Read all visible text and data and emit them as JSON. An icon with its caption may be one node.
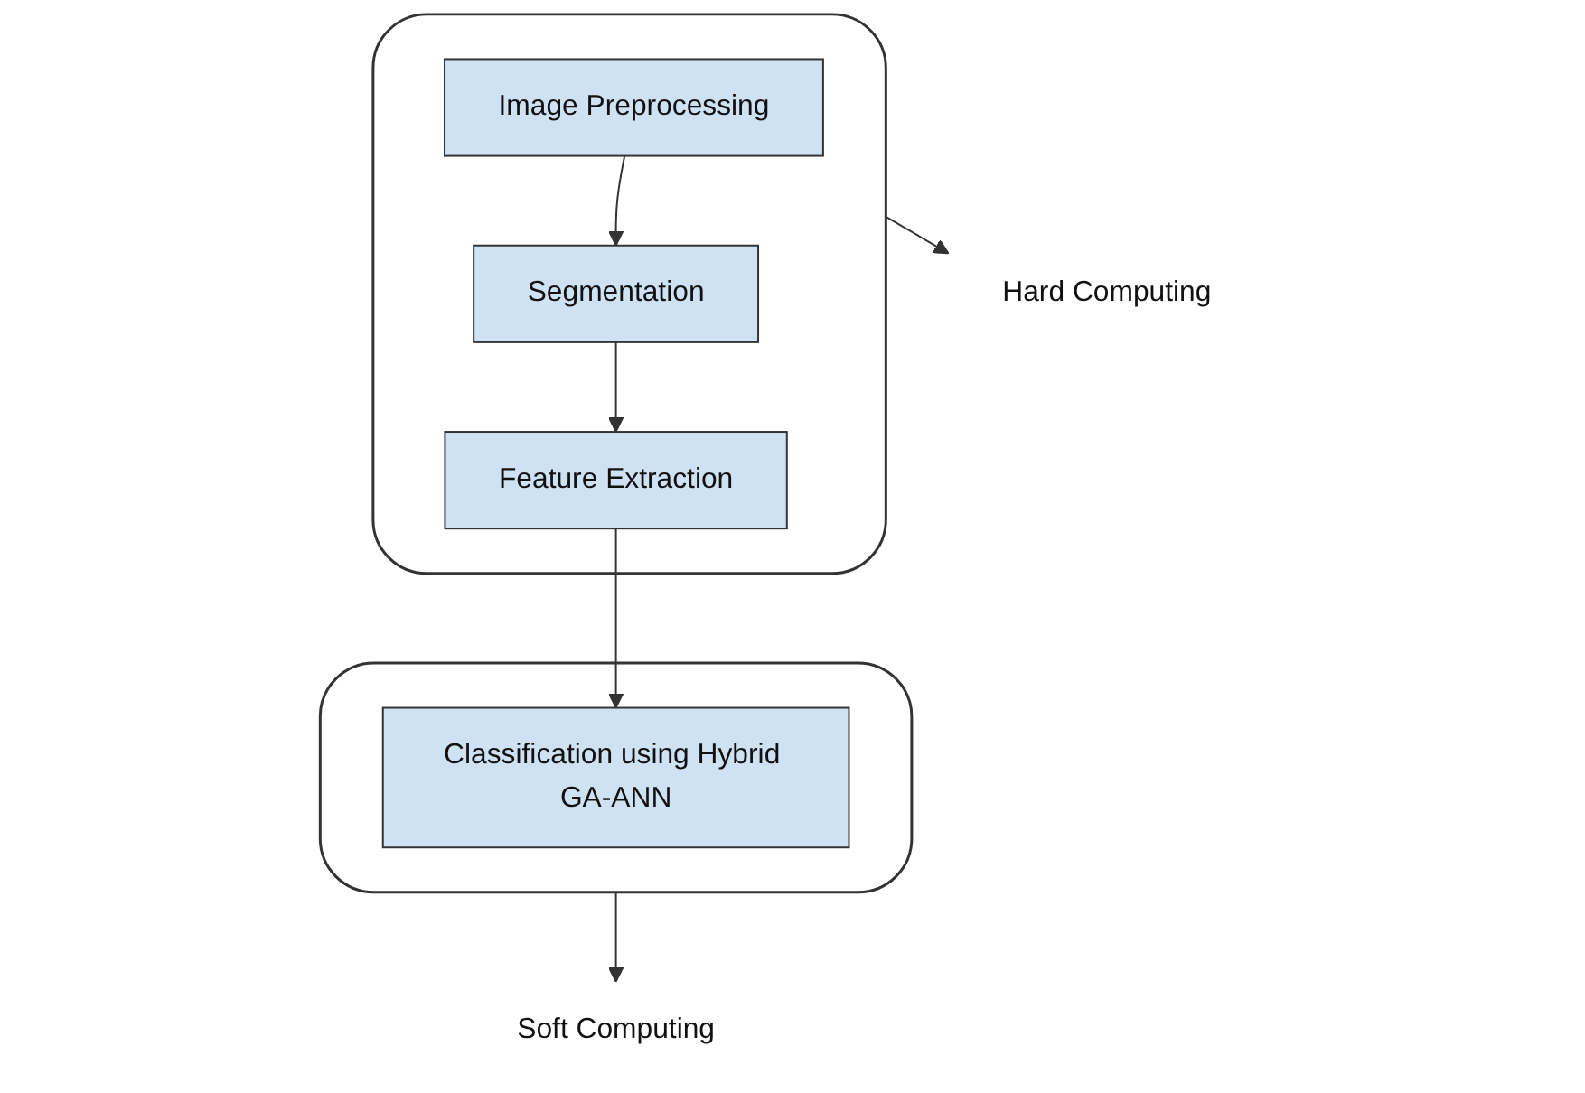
{
  "diagram": {
    "nodes": [
      {
        "text": [],
        "shape": "bracket"
      },
      {
        "text": [
          "Image Preprocessing"
        ],
        "in": 0
      },
      {
        "text": [
          "Segmentation"
        ],
        "in": 0
      },
      {
        "text": [
          "Feature Extraction"
        ],
        "in": 0
      },
      {
        "text": [],
        "shape": "bracket"
      },
      {
        "text": [
          "Classification using Hybrid GA-ANN"
        ],
        "in": 4
      },
      {
        "text": [
          "Hard Computing"
        ]
      },
      {
        "text": [
          "Soft Computing"
        ]
      }
    ],
    "edges": [
      {
        "from": 1,
        "to": 2,
        "arrow": "to"
      },
      {
        "from": 2,
        "to": 3,
        "arrow": "to"
      },
      {
        "from": 3,
        "to": 5,
        "arrow": "to"
      },
      {
        "from": 0,
        "to": 6,
        "arrow": "to"
      },
      {
        "from": 4,
        "to": 7,
        "arrow": "to"
      }
    ]
  }
}
